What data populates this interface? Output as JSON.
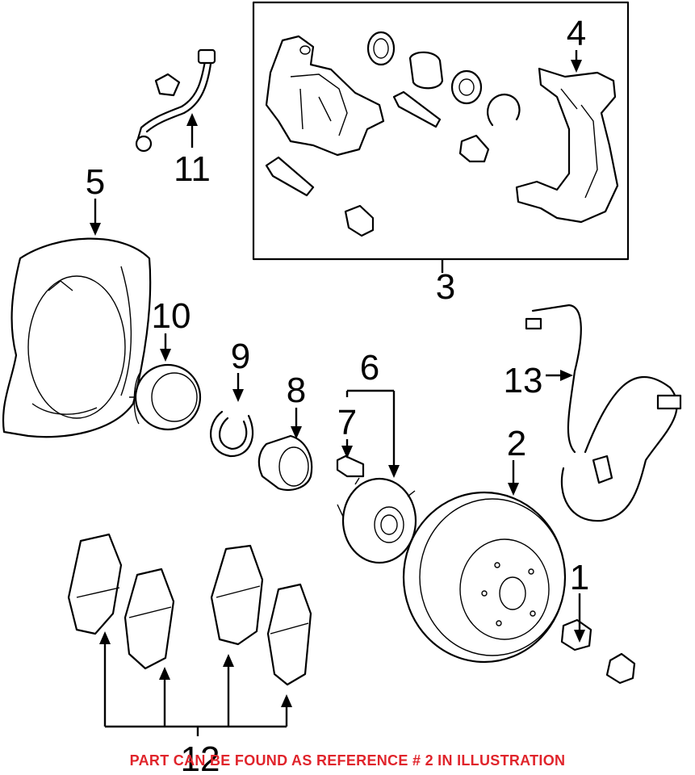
{
  "callouts": {
    "c1": "1",
    "c2": "2",
    "c3": "3",
    "c4": "4",
    "c5": "5",
    "c6": "6",
    "c7": "7",
    "c8": "8",
    "c9": "9",
    "c10": "10",
    "c11": "11",
    "c12": "12",
    "c13": "13"
  },
  "footer_note": "PART CAN BE FOUND AS REFERENCE # 2 IN ILLUSTRATION",
  "colors": {
    "note": "#e0242b",
    "line": "#000000"
  }
}
